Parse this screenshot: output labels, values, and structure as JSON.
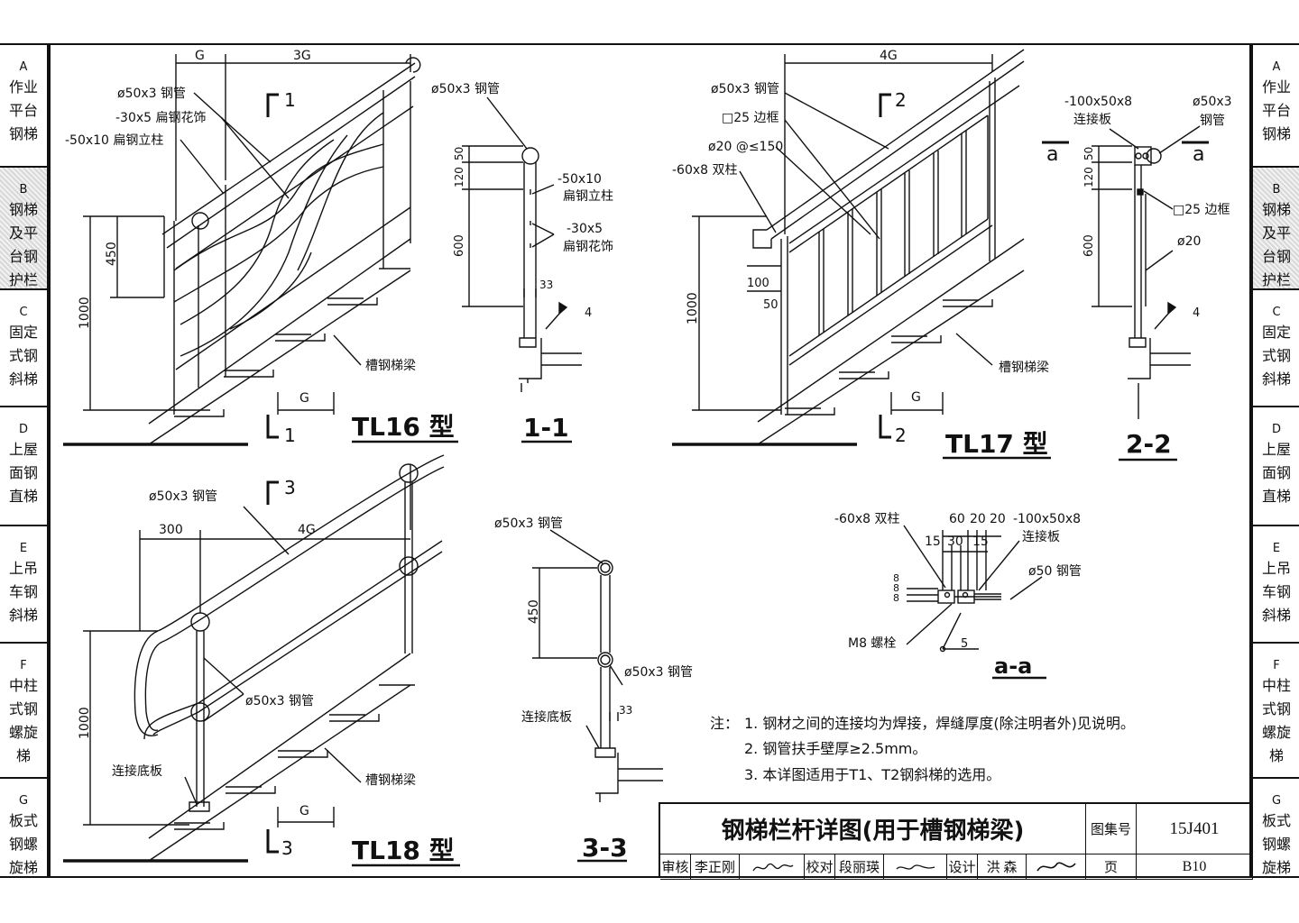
{
  "sidebar": {
    "tabs": [
      {
        "code": "A",
        "lines": [
          "作业",
          "平台",
          "钢梯"
        ],
        "active": false
      },
      {
        "code": "B",
        "lines": [
          "钢梯",
          "及平",
          "台钢",
          "护栏"
        ],
        "active": true
      },
      {
        "code": "C",
        "lines": [
          "固定",
          "式钢",
          "斜梯"
        ],
        "active": false
      },
      {
        "code": "D",
        "lines": [
          "上屋",
          "面钢",
          "直梯"
        ],
        "active": false
      },
      {
        "code": "E",
        "lines": [
          "上吊",
          "车钢",
          "斜梯"
        ],
        "active": false
      },
      {
        "code": "F",
        "lines": [
          "中柱",
          "式钢",
          "螺旋",
          "梯"
        ],
        "active": false
      },
      {
        "code": "G",
        "lines": [
          "板式",
          "钢螺",
          "旋梯"
        ],
        "active": false
      }
    ]
  },
  "tl16": {
    "title": "TL16 型",
    "section_mark": "1",
    "dim_g": "G",
    "dim_3g": "3G",
    "dim_450": "450",
    "dim_1000": "1000",
    "dim_g_bottom": "G",
    "label_pipe": "ø50x3 钢管",
    "label_flat_decor": "-30x5 扁钢花饰",
    "label_flat_post": "-50x10 扁钢立柱",
    "label_beam": "槽钢梯梁"
  },
  "sec11": {
    "title": "1-1",
    "label_pipe": "ø50x3 钢管",
    "label_post_a": "-50x10",
    "label_post_b": "扁钢立柱",
    "label_decor_a": "-30x5",
    "label_decor_b": "扁钢花饰",
    "dim_50": "50",
    "dim_120": "120",
    "dim_600": "600",
    "dim_33": "33",
    "weld": "4"
  },
  "tl17": {
    "title": "TL17 型",
    "section_mark": "2",
    "dim_4g": "4G",
    "dim_1000": "1000",
    "dim_100": "100",
    "dim_50": "50",
    "dim_g_bottom": "G",
    "label_pipe": "ø50x3 钢管",
    "label_frame": "□25 边框",
    "label_bar": "ø20 @≤150",
    "label_double": "-60x8 双柱",
    "label_beam": "槽钢梯梁"
  },
  "sec22": {
    "title": "2-2",
    "label_plate_a": "-100x50x8",
    "label_plate_b": "连接板",
    "label_pipe_a": "ø50x3",
    "label_pipe_b": "钢管",
    "label_frame": "□25 边框",
    "label_bar": "ø20",
    "mark_a": "a",
    "dim_50": "50",
    "dim_120": "120",
    "dim_600": "600",
    "weld": "4"
  },
  "tl18": {
    "title": "TL18 型",
    "section_mark": "3",
    "dim_300": "300",
    "dim_4g": "4G",
    "dim_1000": "1000",
    "dim_g_bottom": "G",
    "label_pipe_top": "ø50x3 钢管",
    "label_pipe_mid": "ø50x3 钢管",
    "label_base": "连接底板",
    "label_beam": "槽钢梯梁"
  },
  "sec33": {
    "title": "3-3",
    "label_pipe_top": "ø50x3 钢管",
    "label_pipe_mid": "ø50x3 钢管",
    "label_base": "连接底板",
    "dim_450": "450",
    "dim_33": "33"
  },
  "secaa": {
    "title": "a-a",
    "label_double": "-60x8 双柱",
    "label_plate_a": "-100x50x8",
    "label_plate_b": "连接板",
    "label_pipe": "ø50 钢管",
    "label_bolt": "M8 螺栓",
    "dim_60": "60",
    "dim_20a": "20",
    "dim_20b": "20",
    "dim_15a": "15",
    "dim_30": "30",
    "dim_15b": "15",
    "dim_8a": "8",
    "dim_8b": "8",
    "dim_8c": "8",
    "weld": "5"
  },
  "notes": {
    "prefix": "注：",
    "items": [
      "1. 钢材之间的连接均为焊接，焊缝厚度(除注明者外)见说明。",
      "2. 钢管扶手壁厚≥2.5mm。",
      "3. 本详图适用于T1、T2钢斜梯的选用。"
    ]
  },
  "title_block": {
    "title": "钢梯栏杆详图(用于槽钢梯梁)",
    "atlas_label": "图集号",
    "atlas_no": "15J401",
    "page_label": "页",
    "page_no": "B10",
    "review_label": "审核",
    "reviewer": "李正刚",
    "check_label": "校对",
    "checker": "段丽瑛",
    "design_label": "设计",
    "designer": "洪 森"
  }
}
